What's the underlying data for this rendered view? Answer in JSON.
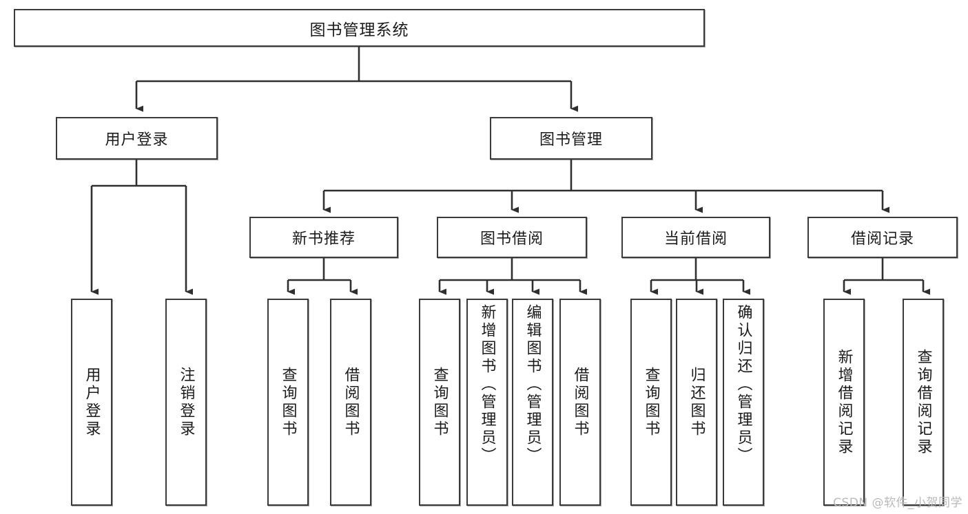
{
  "diagram": {
    "title": "图书管理系统",
    "type": "tree-hierarchy-chart",
    "watermark": "CSDN @软件_小贺同学",
    "colors": {
      "background": "#ffffff",
      "box_border": "#3a3a3a",
      "box_fill": "#ffffff",
      "connector": "#2f2f2f",
      "text": "#1b1b1b",
      "watermark": "#b9b9b9"
    },
    "root": {
      "label": "图书管理系统"
    },
    "level2": [
      {
        "id": "user-login",
        "label": "用户登录"
      },
      {
        "id": "book-management",
        "label": "图书管理"
      }
    ],
    "level3": [
      {
        "id": "new-book-recommend",
        "label": "新书推荐"
      },
      {
        "id": "book-borrow",
        "label": "图书借阅"
      },
      {
        "id": "current-borrow",
        "label": "当前借阅"
      },
      {
        "id": "borrow-record",
        "label": "借阅记录"
      }
    ],
    "leaves": {
      "user_login": [
        {
          "id": "leaf-user-login",
          "label": "用户登录"
        },
        {
          "id": "leaf-logout-login",
          "label": "注销登录"
        }
      ],
      "new_book_recommend": [
        {
          "id": "leaf-query-book-1",
          "label": "查询图书"
        },
        {
          "id": "leaf-borrow-book-1",
          "label": "借阅图书"
        }
      ],
      "book_borrow": [
        {
          "id": "leaf-query-book-2",
          "label": "查询图书"
        },
        {
          "id": "leaf-add-book-admin",
          "label": "新增图书（管理员）"
        },
        {
          "id": "leaf-edit-book-admin",
          "label": "编辑图书（管理员）"
        },
        {
          "id": "leaf-borrow-book-2",
          "label": "借阅图书"
        }
      ],
      "current_borrow": [
        {
          "id": "leaf-query-book-3",
          "label": "查询图书"
        },
        {
          "id": "leaf-return-book",
          "label": "归还图书"
        },
        {
          "id": "leaf-confirm-return-admin",
          "label": "确认归还（管理员）"
        }
      ],
      "borrow_record": [
        {
          "id": "leaf-add-borrow-record",
          "label": "新增借阅记录"
        },
        {
          "id": "leaf-query-borrow-record",
          "label": "查询借阅记录"
        }
      ]
    }
  }
}
